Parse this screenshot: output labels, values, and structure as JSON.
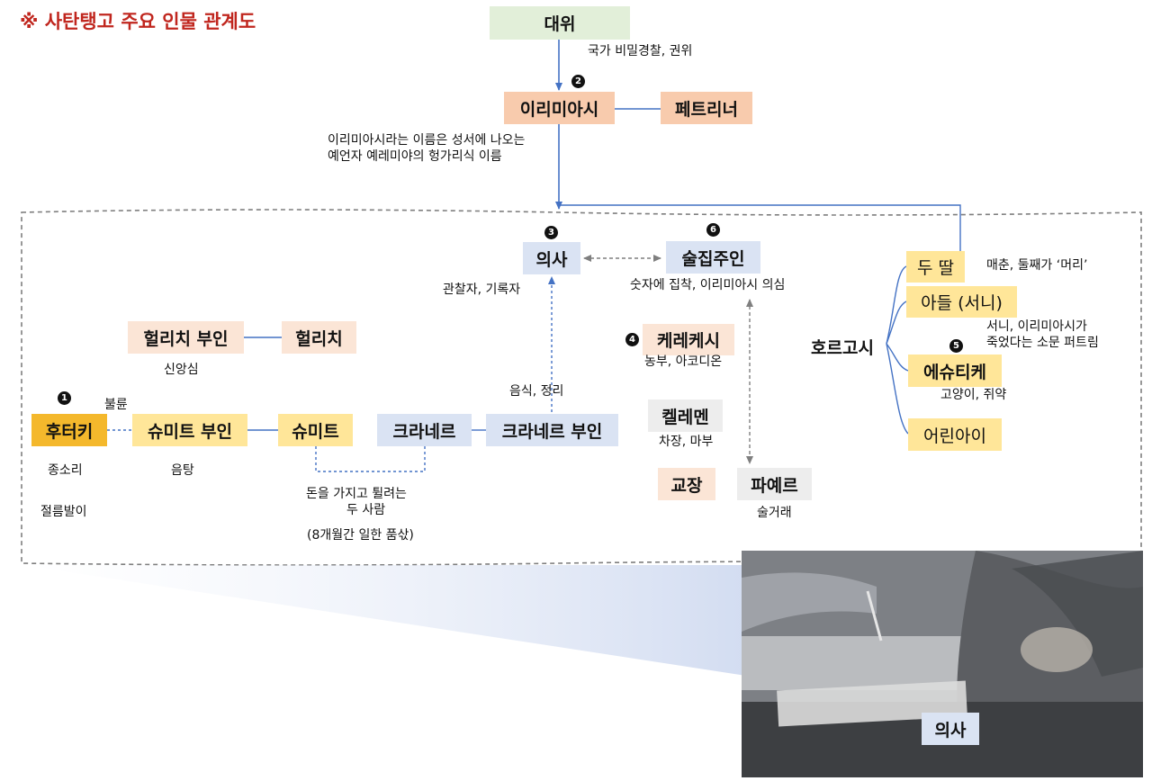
{
  "title": "※ 사탄탱고 주요 인물 관계도",
  "nodes": {
    "daewi": "대위",
    "irimias": "이리미아시",
    "petrina": "페트리너",
    "doctor": "의사",
    "innkeeper": "술집주인",
    "kerekes": "케레케시",
    "kelemen": "켈레멘",
    "principal": "교장",
    "halics_wife": "헐리치 부인",
    "halics": "헐리치",
    "futaki": "후터키",
    "schmidt_wife": "슈미트 부인",
    "schmidt": "슈미트",
    "kraner": "크라네르",
    "kraner_wife": "크라네르 부인",
    "feyer": "파예르",
    "horgos": "호르고시",
    "daughters": "두 딸",
    "son": "아들 (서니)",
    "estike": "에슈티케",
    "children": "어린아이",
    "photo_label": "의사"
  },
  "captions": {
    "daewi": "국가 비밀경찰, 권위",
    "irimias_line1": "이리미아시라는 이름은 성서에 나오는",
    "irimias_line2": "예언자 예레미야의 헝가리식 이름",
    "doctor": "관찰자, 기록자",
    "innkeeper": "숫자에 집착, 이리미아시 의심",
    "kerekes": "농부, 아코디온",
    "kelemen": "차장, 마부",
    "feyer": "술거래",
    "halics": "신앙심",
    "affair": "불륜",
    "futaki_1": "종소리",
    "futaki_2": "절름발이",
    "schmidt_wife": "음탕",
    "food": "음식, 정리",
    "money_1": "돈을 가지고 튈려는",
    "money_2": "두 사람",
    "money_3": "(8개월간 일한 품삯)",
    "daughters": "매춘, 둘째가 ‘머리’",
    "son_1": "서니, 이리미아시가",
    "son_2": "죽었다는 소문 퍼트림",
    "estike": "고양이, 쥐약"
  },
  "markers": {
    "m1": "1",
    "m2": "2",
    "m3": "3",
    "m4": "4",
    "m5": "5",
    "m6": "6"
  },
  "colors": {
    "title": "#c0261e",
    "arrow_blue": "#4472c4",
    "dashed_border": "#7f7f7f",
    "authority_green": "#e2efd9",
    "irimias_salmon": "#f8cbad",
    "peach": "#fbe5d6",
    "yellow": "#ffe699",
    "gold": "#f4b82c",
    "blue": "#dae3f3",
    "grey": "#ededed"
  }
}
